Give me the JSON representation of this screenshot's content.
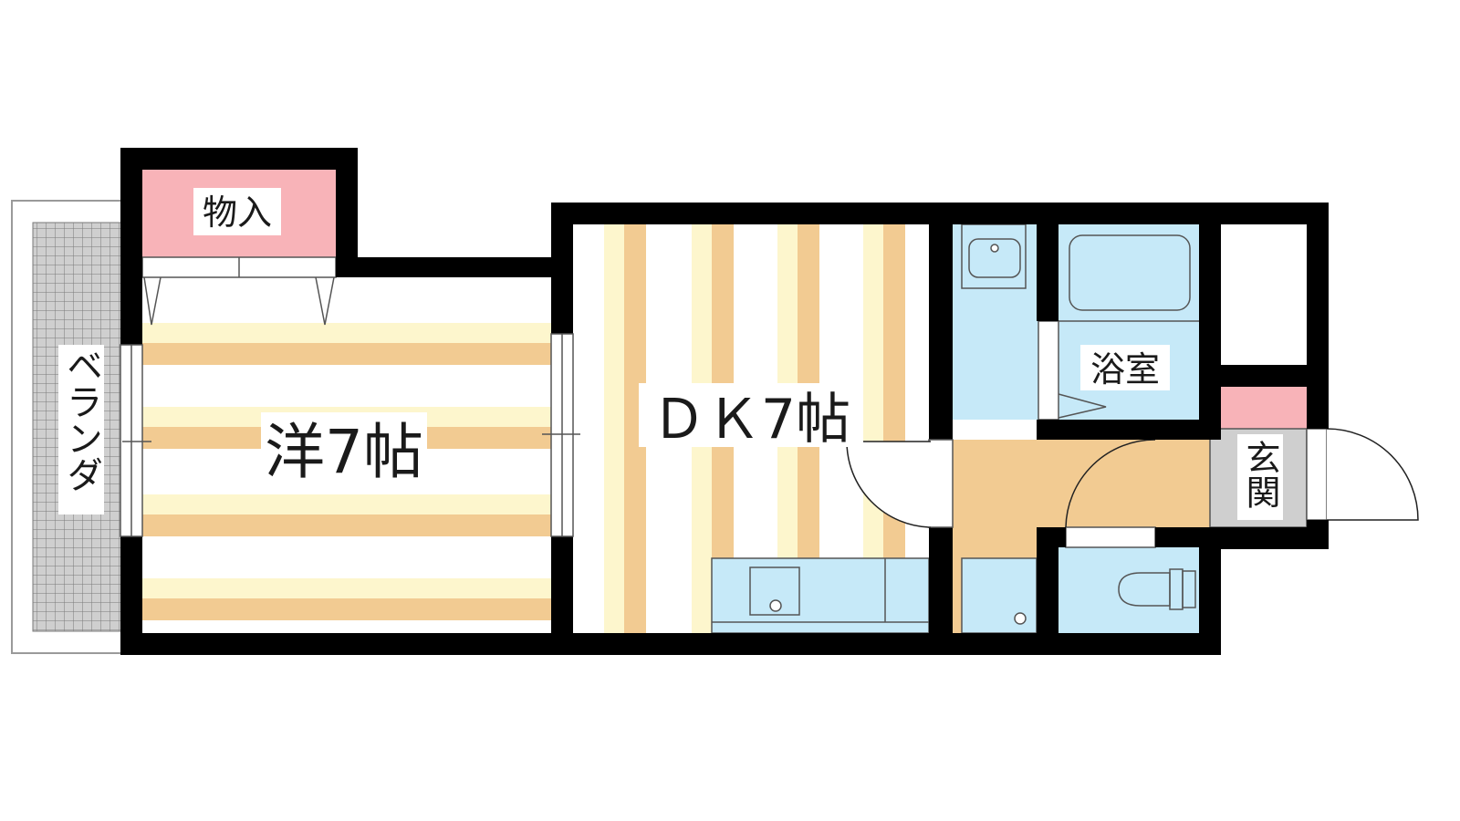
{
  "rooms": {
    "western": "洋7帖",
    "dk": "ＤＫ7帖",
    "closet": "物入",
    "bath": "浴室",
    "entrance": "玄関",
    "veranda": "ベランダ"
  },
  "colors": {
    "wall": "#000000",
    "closet_fill": "#f8b3b8",
    "entrance_mat": "#f8b3b8",
    "wet_area": "#c6e9f8",
    "corridor_floor": "#f2cb92",
    "stripe_light": "#fdf6cd",
    "stripe_dark": "#f2cb92",
    "veranda_floor": "#cfcfcf",
    "entrance_floor": "#cfcfcf"
  }
}
